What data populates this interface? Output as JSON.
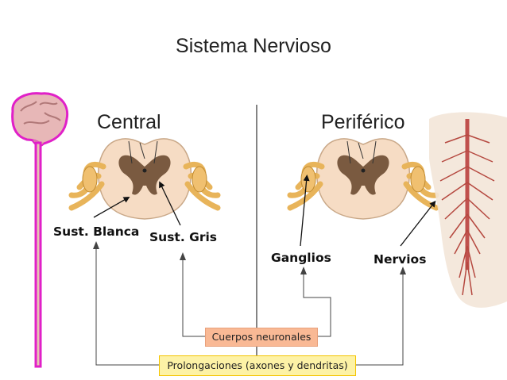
{
  "title": "Sistema Nervioso",
  "sections": {
    "central": "Central",
    "peripheral": "Periférico"
  },
  "labels": {
    "white_matter": "Sust. Blanca",
    "gray_matter": "Sust. Gris",
    "ganglia": "Ganglios",
    "nerves": "Nervios"
  },
  "boxes": {
    "neuronal_bodies": "Cuerpos neuronales",
    "extensions": "Prolongaciones (axones y dendritas)"
  },
  "colors": {
    "brain_outline": "#e020c8",
    "spinal_fill": "#f6dcc4",
    "gray_matter": "#7a5a40",
    "nerve_roots": "#e8b45a",
    "box_cuerpos": "#f9b995",
    "box_prolong": "#fdf2a6"
  }
}
